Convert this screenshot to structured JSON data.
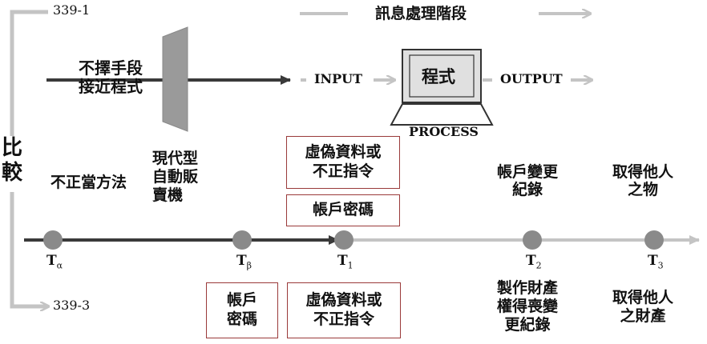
{
  "labels": {
    "ref_top": "339-1",
    "ref_bottom": "339-3",
    "compare": "比\n較",
    "info_stage": "訊息處理階段",
    "unscrupulous": "不擇手段\n接近程式",
    "input": "INPUT",
    "program": "程式",
    "output": "OUTPUT",
    "process": "PROCESS",
    "improper_method": "不正當方法",
    "vending_machine": "現代型\n自動販\n賣機",
    "false_data_top": "虛偽資料或\n不正指令",
    "account_password_top": "帳戶密碼",
    "account_change": "帳戶變更\n紀錄",
    "take_property_top": "取得他人\n之物",
    "account_password_bottom": "帳戶\n密碼",
    "false_data_bottom": "虛偽資料或\n不正指令",
    "make_property": "製作財產\n權得喪變\n更紀錄",
    "take_property_bottom": "取得他人\n之財產"
  },
  "timeline": [
    {
      "main": "T",
      "sub": "α"
    },
    {
      "main": "T",
      "sub": "β"
    },
    {
      "main": "T",
      "sub": "1"
    },
    {
      "main": "T",
      "sub": "2"
    },
    {
      "main": "T",
      "sub": "3"
    }
  ],
  "colors": {
    "dark_line": "#3a3a3a",
    "light_line": "#c4c4c4",
    "node": "#8a8a8a",
    "box_border": "#9a3a3a"
  }
}
